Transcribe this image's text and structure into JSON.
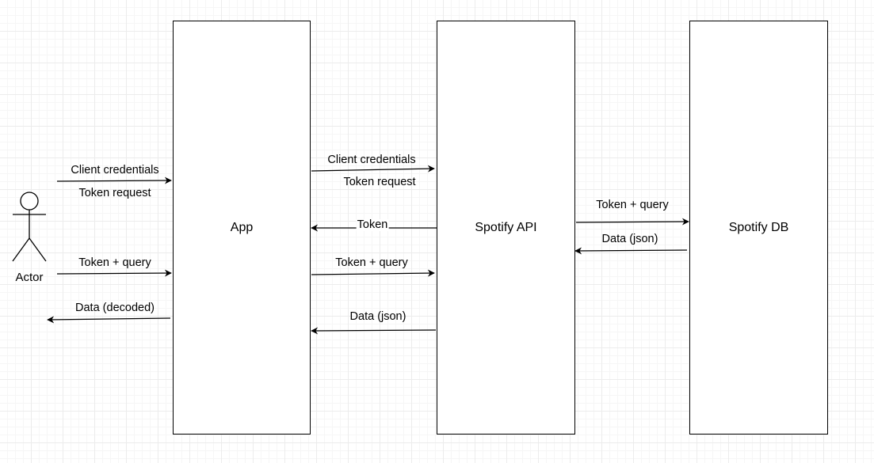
{
  "actor": {
    "label": "Actor"
  },
  "boxes": {
    "app": "App",
    "spotify_api": "Spotify API",
    "spotify_db": "Spotify DB"
  },
  "messages": {
    "actor_to_app_credentials": "Client credentials",
    "actor_to_app_token_request": "Token request",
    "actor_to_app_token_query": "Token + query",
    "app_to_actor_data": "Data (decoded)",
    "app_to_api_credentials": "Client credentials",
    "app_to_api_token_request": "Token request",
    "api_to_app_token": "Token",
    "app_to_api_token_query": "Token + query",
    "api_to_app_data": "Data (json)",
    "api_to_db_token_query": "Token + query",
    "db_to_api_data": "Data (json)"
  },
  "colors": {
    "stroke": "#000000",
    "background": "#ffffff",
    "grid": "#ececec"
  }
}
